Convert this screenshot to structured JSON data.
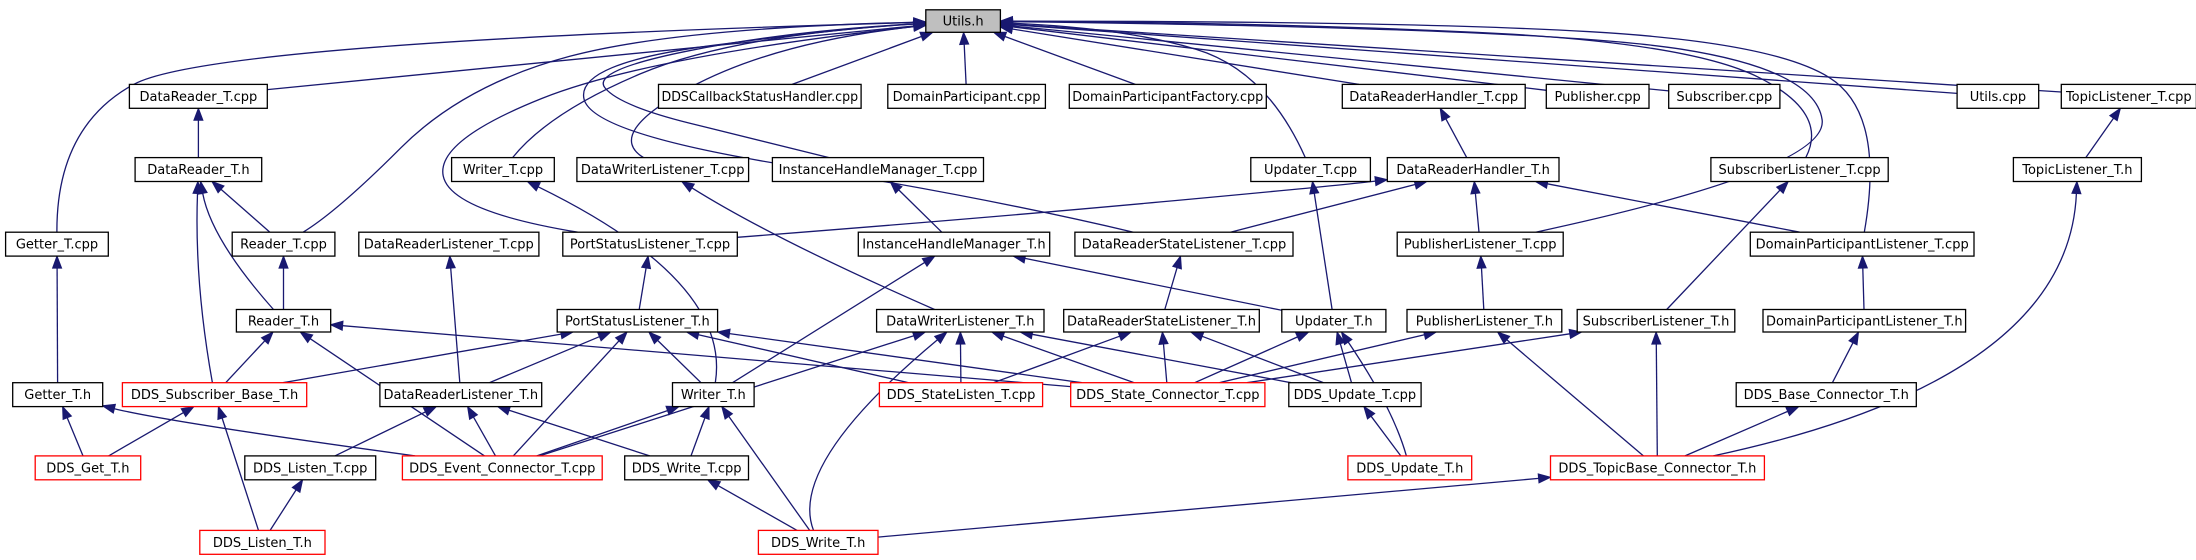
{
  "diagram": {
    "nodes": [
      {
        "id": "utils_h",
        "label": "Utils.h",
        "root": true
      },
      {
        "id": "datareader_t_cpp",
        "label": "DataReader_T.cpp"
      },
      {
        "id": "dds_callback",
        "label": "DDSCallbackStatusHandler.cpp"
      },
      {
        "id": "domainparticipant_cpp",
        "label": "DomainParticipant.cpp"
      },
      {
        "id": "domainparticipantfactory_cpp",
        "label": "DomainParticipantFactory.cpp"
      },
      {
        "id": "datareaderhandler_t_cpp",
        "label": "DataReaderHandler_T.cpp"
      },
      {
        "id": "publisher_cpp",
        "label": "Publisher.cpp"
      },
      {
        "id": "subscriber_cpp",
        "label": "Subscriber.cpp"
      },
      {
        "id": "utils_cpp",
        "label": "Utils.cpp"
      },
      {
        "id": "topiclistener_t_cpp",
        "label": "TopicListener_T.cpp"
      },
      {
        "id": "datareader_t_h",
        "label": "DataReader_T.h"
      },
      {
        "id": "writer_t_cpp",
        "label": "Writer_T.cpp"
      },
      {
        "id": "datawriterlistener_t_cpp",
        "label": "DataWriterListener_T.cpp"
      },
      {
        "id": "instancehandlemanager_t_cpp",
        "label": "InstanceHandleManager_T.cpp"
      },
      {
        "id": "updater_t_cpp",
        "label": "Updater_T.cpp"
      },
      {
        "id": "datareaderhandler_t_h",
        "label": "DataReaderHandler_T.h"
      },
      {
        "id": "subscriberlistener_t_cpp",
        "label": "SubscriberListener_T.cpp"
      },
      {
        "id": "topiclistener_t_h",
        "label": "TopicListener_T.h"
      },
      {
        "id": "getter_t_cpp",
        "label": "Getter_T.cpp"
      },
      {
        "id": "reader_t_cpp",
        "label": "Reader_T.cpp"
      },
      {
        "id": "datareaderlistener_t_cpp",
        "label": "DataReaderListener_T.cpp"
      },
      {
        "id": "portstatuslistener_t_cpp",
        "label": "PortStatusListener_T.cpp"
      },
      {
        "id": "instancehandlemanager_t_h",
        "label": "InstanceHandleManager_T.h"
      },
      {
        "id": "datareaderstatelistener_t_cpp",
        "label": "DataReaderStateListener_T.cpp"
      },
      {
        "id": "publisherlistener_t_cpp",
        "label": "PublisherListener_T.cpp"
      },
      {
        "id": "domainparticipantlistener_t_cpp",
        "label": "DomainParticipantListener_T.cpp"
      },
      {
        "id": "reader_t_h",
        "label": "Reader_T.h"
      },
      {
        "id": "portstatuslistener_t_h",
        "label": "PortStatusListener_T.h"
      },
      {
        "id": "datawriterlistener_t_h",
        "label": "DataWriterListener_T.h"
      },
      {
        "id": "datareaderstatelistener_t_h",
        "label": "DataReaderStateListener_T.h"
      },
      {
        "id": "updater_t_h",
        "label": "Updater_T.h"
      },
      {
        "id": "publisherlistener_t_h",
        "label": "PublisherListener_T.h"
      },
      {
        "id": "subscriberlistener_t_h",
        "label": "SubscriberListener_T.h"
      },
      {
        "id": "domainparticipantlistener_t_h",
        "label": "DomainParticipantListener_T.h"
      },
      {
        "id": "getter_t_h",
        "label": "Getter_T.h"
      },
      {
        "id": "dds_subscriber_base_t_h",
        "label": "DDS_Subscriber_Base_T.h",
        "incomplete": true
      },
      {
        "id": "datareaderlistener_t_h",
        "label": "DataReaderListener_T.h"
      },
      {
        "id": "writer_t_h",
        "label": "Writer_T.h"
      },
      {
        "id": "dds_statelisten_t_cpp",
        "label": "DDS_StateListen_T.cpp",
        "incomplete": true
      },
      {
        "id": "dds_state_connector_t_cpp",
        "label": "DDS_State_Connector_T.cpp",
        "incomplete": true
      },
      {
        "id": "dds_update_t_cpp",
        "label": "DDS_Update_T.cpp"
      },
      {
        "id": "dds_base_connector_t_h",
        "label": "DDS_Base_Connector_T.h"
      },
      {
        "id": "dds_get_t_h",
        "label": "DDS_Get_T.h",
        "incomplete": true
      },
      {
        "id": "dds_listen_t_cpp",
        "label": "DDS_Listen_T.cpp"
      },
      {
        "id": "dds_event_connector_t_cpp",
        "label": "DDS_Event_Connector_T.cpp",
        "incomplete": true
      },
      {
        "id": "dds_write_t_cpp",
        "label": "DDS_Write_T.cpp"
      },
      {
        "id": "dds_update_t_h",
        "label": "DDS_Update_T.h",
        "incomplete": true
      },
      {
        "id": "dds_topicbase_connector_t_h",
        "label": "DDS_TopicBase_Connector_T.h",
        "incomplete": true
      },
      {
        "id": "dds_listen_t_h",
        "label": "DDS_Listen_T.h",
        "incomplete": true
      },
      {
        "id": "dds_write_t_h",
        "label": "DDS_Write_T.h",
        "incomplete": true
      }
    ]
  }
}
